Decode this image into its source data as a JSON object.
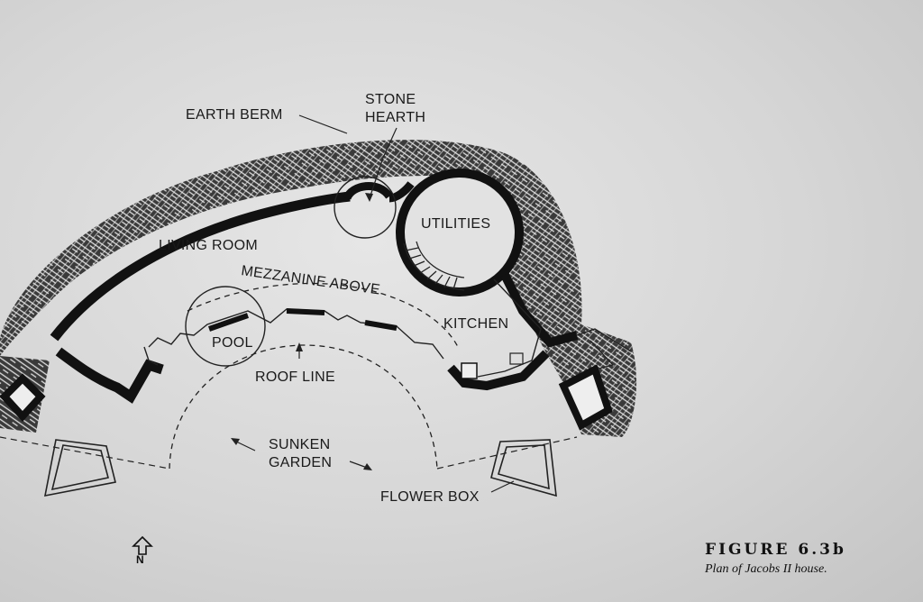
{
  "figure": {
    "number": "FIGURE 6.3b",
    "description": "Plan of Jacobs II house."
  },
  "labels": {
    "earth_berm": "EARTH BERM",
    "stone_hearth_line1": "STONE",
    "stone_hearth_line2": "HEARTH",
    "utilities": "UTILITIES",
    "living_room": "LIVING ROOM",
    "mezzanine_above": "MEZZANINE ABOVE",
    "kitchen": "KITCHEN",
    "pool": "POOL",
    "roof_line": "ROOF LINE",
    "sunken_line1": "SUNKEN",
    "sunken_line2": "GARDEN",
    "flower_box": "FLOWER BOX"
  },
  "north_arrow": {
    "letter": "N"
  }
}
